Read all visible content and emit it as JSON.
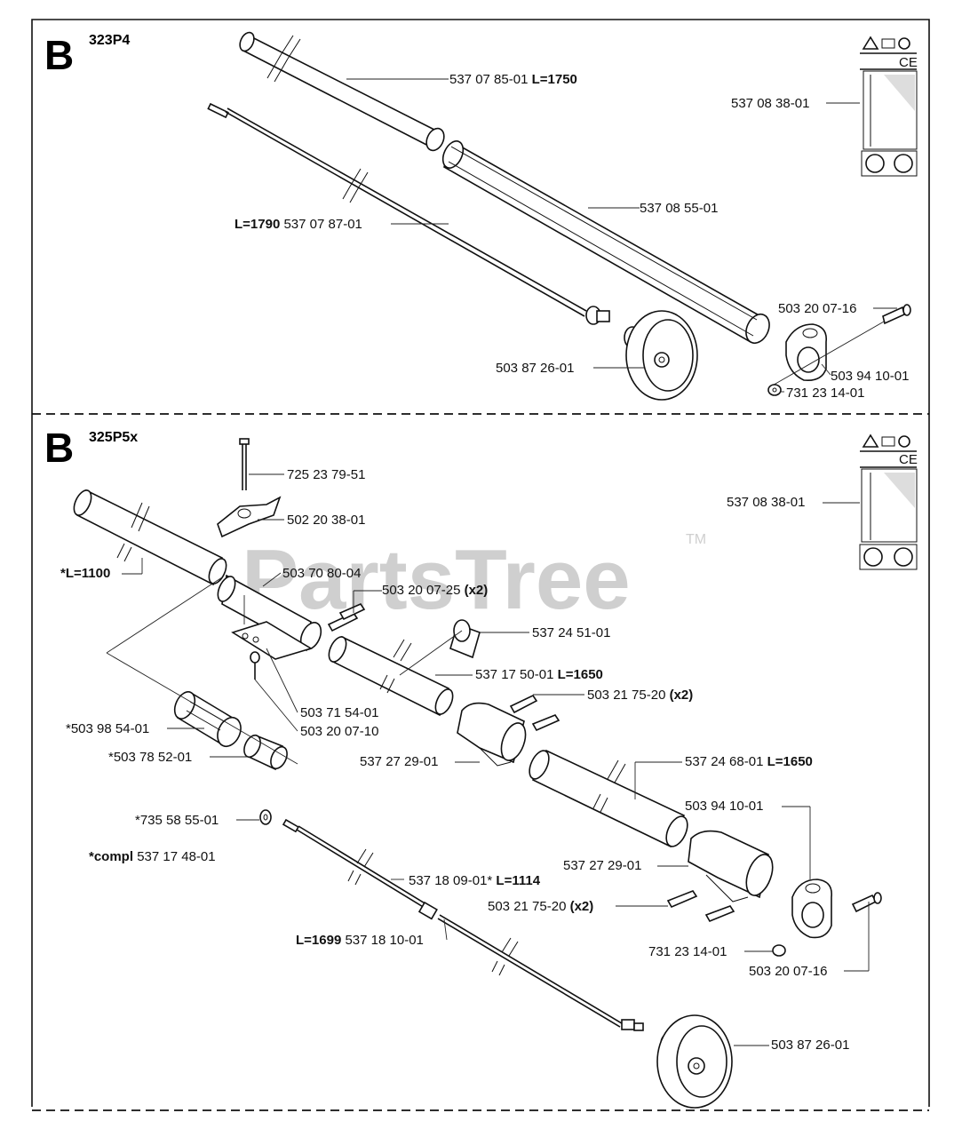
{
  "watermark": {
    "text": "PartsTree",
    "tm": "TM"
  },
  "section_1": {
    "letter": "B",
    "model": "323P4",
    "labels": {
      "outer_tube": "537 07 85-01",
      "outer_tube_len": "L=1750",
      "decal": "537 08 38-01",
      "inner_tube": "537 08 55-01",
      "shaft_len": "L=1790",
      "shaft": "537 07 87-01",
      "screw": "503 20 07-16",
      "bracket": "503 94 10-01",
      "drum": "503 87 26-01",
      "nut": "731 23 14-01"
    },
    "ce": "CE"
  },
  "section_2": {
    "letter": "B",
    "model": "325P5x",
    "labels": {
      "bolt": "725 23 79-51",
      "knob": "502 20 38-01",
      "tube_len": "*L=1100",
      "clamp": "503 70 80-04",
      "screw_pair": "503 20 07-25",
      "x2": "(x2)",
      "sleeve": "537 24 51-01",
      "mid_tube": "537 17 50-01",
      "mid_tube_len": "L=1650",
      "screw_pair_2": "503 21 75-20",
      "x2b": "(x2)",
      "plate": "503 71 54-01",
      "screw_small": "503 20 07-10",
      "bearing": "*503 98 54-01",
      "bushing": "*503 78 52-01",
      "coupling": "537 27 29-01",
      "lower_tube": "537 24 68-01",
      "lower_tube_len": "L=1650",
      "bracket": "503 94 10-01",
      "washer": "*735 58 55-01",
      "compl_bold": "*compl",
      "compl": "537 17 48-01",
      "coupling_2": "537 27 29-01",
      "shaft_a": "537 18 09-01*",
      "shaft_a_len": "L=1114",
      "screw_pair_3": "503 21 75-20",
      "x2c": "(x2)",
      "shaft_b_len": "L=1699",
      "shaft_b": "537 18 10-01",
      "nut": "731 23 14-01",
      "screw": "503 20 07-16",
      "drum": "503 87 26-01",
      "decal": "537 08 38-01"
    },
    "ce": "CE"
  }
}
